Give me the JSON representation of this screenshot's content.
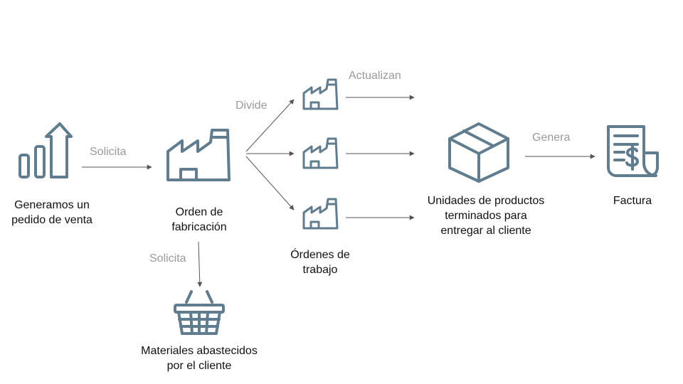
{
  "nodes": {
    "sales_order": {
      "label_line1": "Generamos un",
      "label_line2": "pedido de venta",
      "icon": "growth-chart-icon"
    },
    "manufacturing_order": {
      "label_line1": "Orden de",
      "label_line2": "fabricación",
      "icon": "factory-icon"
    },
    "work_orders": {
      "label_line1": "Órdenes de",
      "label_line2": "trabajo",
      "icon": "small-factory-icon"
    },
    "finished_units": {
      "label_line1": "Unidades de productos",
      "label_line2": "terminados para",
      "label_line3": "entregar al cliente",
      "icon": "box-icon"
    },
    "invoice": {
      "label": "Factura",
      "icon": "invoice-icon"
    },
    "materials": {
      "label_line1": "Materiales abastecidos",
      "label_line2": "por el cliente",
      "icon": "basket-icon"
    }
  },
  "edges": {
    "request_order": "Solicita",
    "divide": "Divide",
    "update": "Actualizan",
    "generate": "Genera",
    "request_materials": "Solicita"
  },
  "colors": {
    "icon": "#5f7d8e",
    "edge_label": "#9a9a9a",
    "arrow": "#555555",
    "text": "#111111"
  }
}
